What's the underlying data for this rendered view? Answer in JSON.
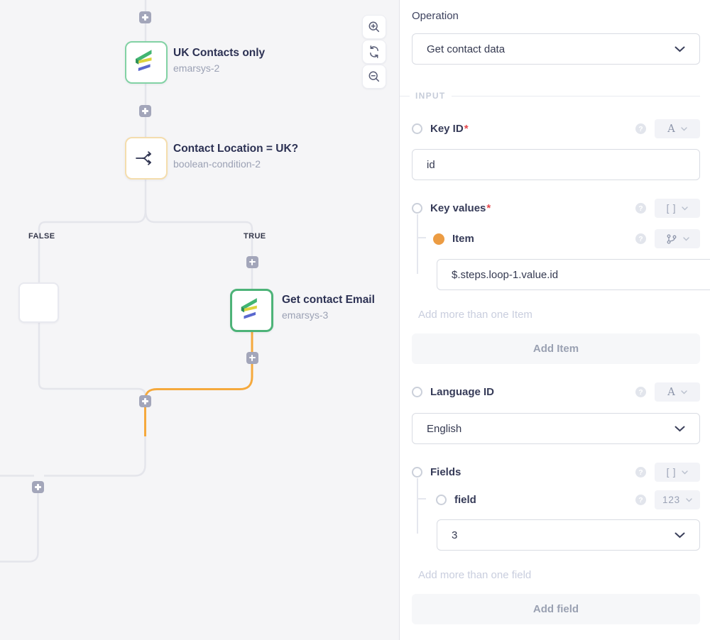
{
  "canvas": {
    "colors": {
      "connector_gray": "#e4e5eb",
      "connector_active": "#f5a93d",
      "node_selected_green": "#4db378",
      "node_green_light": "#82d2a4",
      "node_amber": "#f4ddad",
      "plus_button": "#a3a6ba"
    },
    "zoom_toolbar": {
      "zoom_in": "zoom-in-icon",
      "reset": "reset-zoom-icon",
      "zoom_out": "zoom-out-icon"
    },
    "nodes": {
      "emarsys2": {
        "title": "UK Contacts only",
        "subtitle": "emarsys-2"
      },
      "condition": {
        "title": "Contact Location = UK?",
        "subtitle": "boolean-condition-2"
      },
      "emarsys3": {
        "title": "Get contact Email",
        "subtitle": "emarsys-3"
      }
    },
    "branch_labels": {
      "false_label": "FALSE",
      "true_label": "TRUE"
    }
  },
  "panel": {
    "operation": {
      "label": "Operation",
      "value": "Get contact data"
    },
    "input_section_label": "INPUT",
    "key_id": {
      "label": "Key ID",
      "required": "*",
      "type_badge": "A",
      "value": "id"
    },
    "key_values": {
      "label": "Key values",
      "required": "*",
      "type_badge": "[ ]",
      "item": {
        "label": "Item",
        "value": "$.steps.loop-1.value.id"
      },
      "add_more_text": "Add more than one Item",
      "add_button_label": "Add Item"
    },
    "language_id": {
      "label": "Language ID",
      "type_badge": "A",
      "value": "English"
    },
    "fields": {
      "label": "Fields",
      "type_badge": "[ ]",
      "field": {
        "label": "field",
        "type_badge": "123",
        "value": "3"
      },
      "add_more_text": "Add more than one field",
      "add_button_label": "Add field"
    }
  }
}
